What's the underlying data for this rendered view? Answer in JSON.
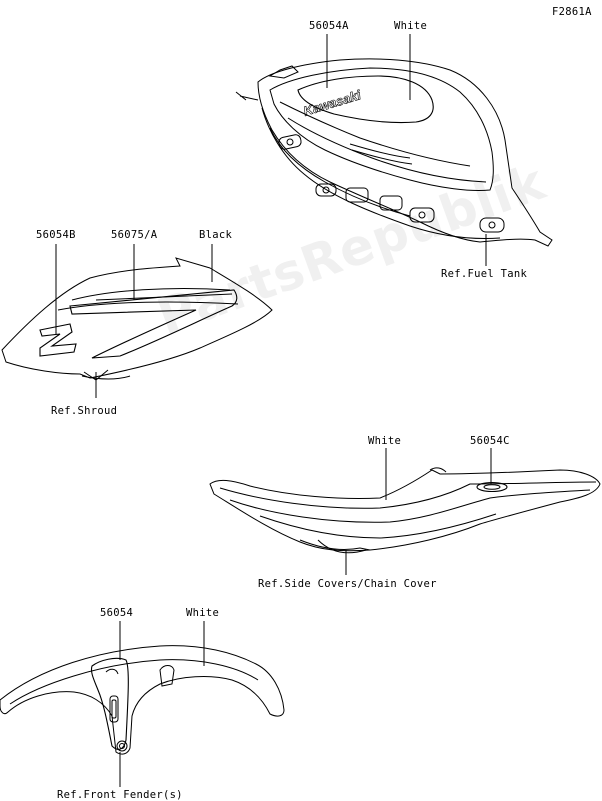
{
  "figure_code": "F2861A",
  "watermark": "PartsRepublik",
  "fuel_tank": {
    "part_number": "56054A",
    "color_label": "White",
    "ref_label": "Ref.Fuel Tank",
    "decal_text": "Kawasaki"
  },
  "shroud": {
    "part_number_1": "56054B",
    "part_number_2": "56075/A",
    "color_label": "Black",
    "ref_label": "Ref.Shroud",
    "decal_text": "Z"
  },
  "side_covers": {
    "color_label": "White",
    "part_number": "56054C",
    "ref_label": "Ref.Side Covers/Chain Cover"
  },
  "front_fender": {
    "part_number": "56054",
    "color_label": "White",
    "ref_label": "Ref.Front Fender(s)"
  }
}
